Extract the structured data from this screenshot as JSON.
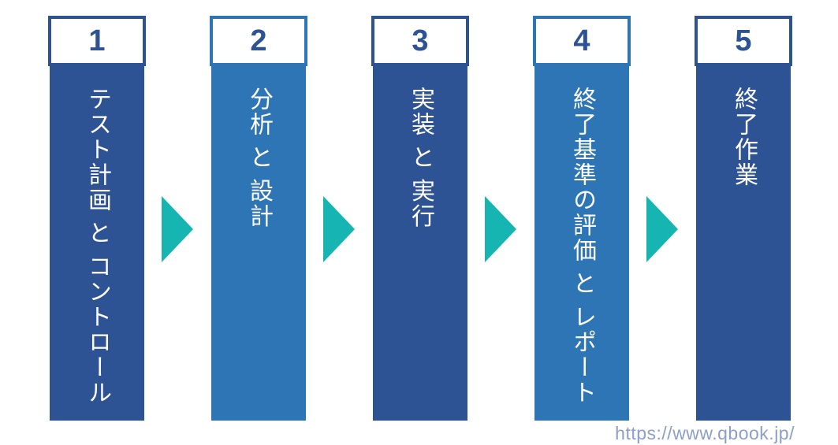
{
  "diagram": {
    "steps": [
      {
        "number": "1",
        "label": "テスト計画 と コントロール",
        "color": "#2E5395"
      },
      {
        "number": "2",
        "label": "分析 と 設計",
        "color": "#2E75B6"
      },
      {
        "number": "3",
        "label": "実装 と 実行",
        "color": "#2E5395"
      },
      {
        "number": "4",
        "label": "終了基準の評価 と レポート",
        "color": "#2E75B6"
      },
      {
        "number": "5",
        "label": "終了作業",
        "color": "#2E5395"
      }
    ],
    "number_color": "#2E5395",
    "label_text_color": "#FFFFFF",
    "header_fill": "#FFFFFF",
    "arrow_color": "#16B5B1"
  },
  "footer": {
    "url_text": "https://www.qbook.jp/",
    "url_color": "#8C9EC9"
  }
}
